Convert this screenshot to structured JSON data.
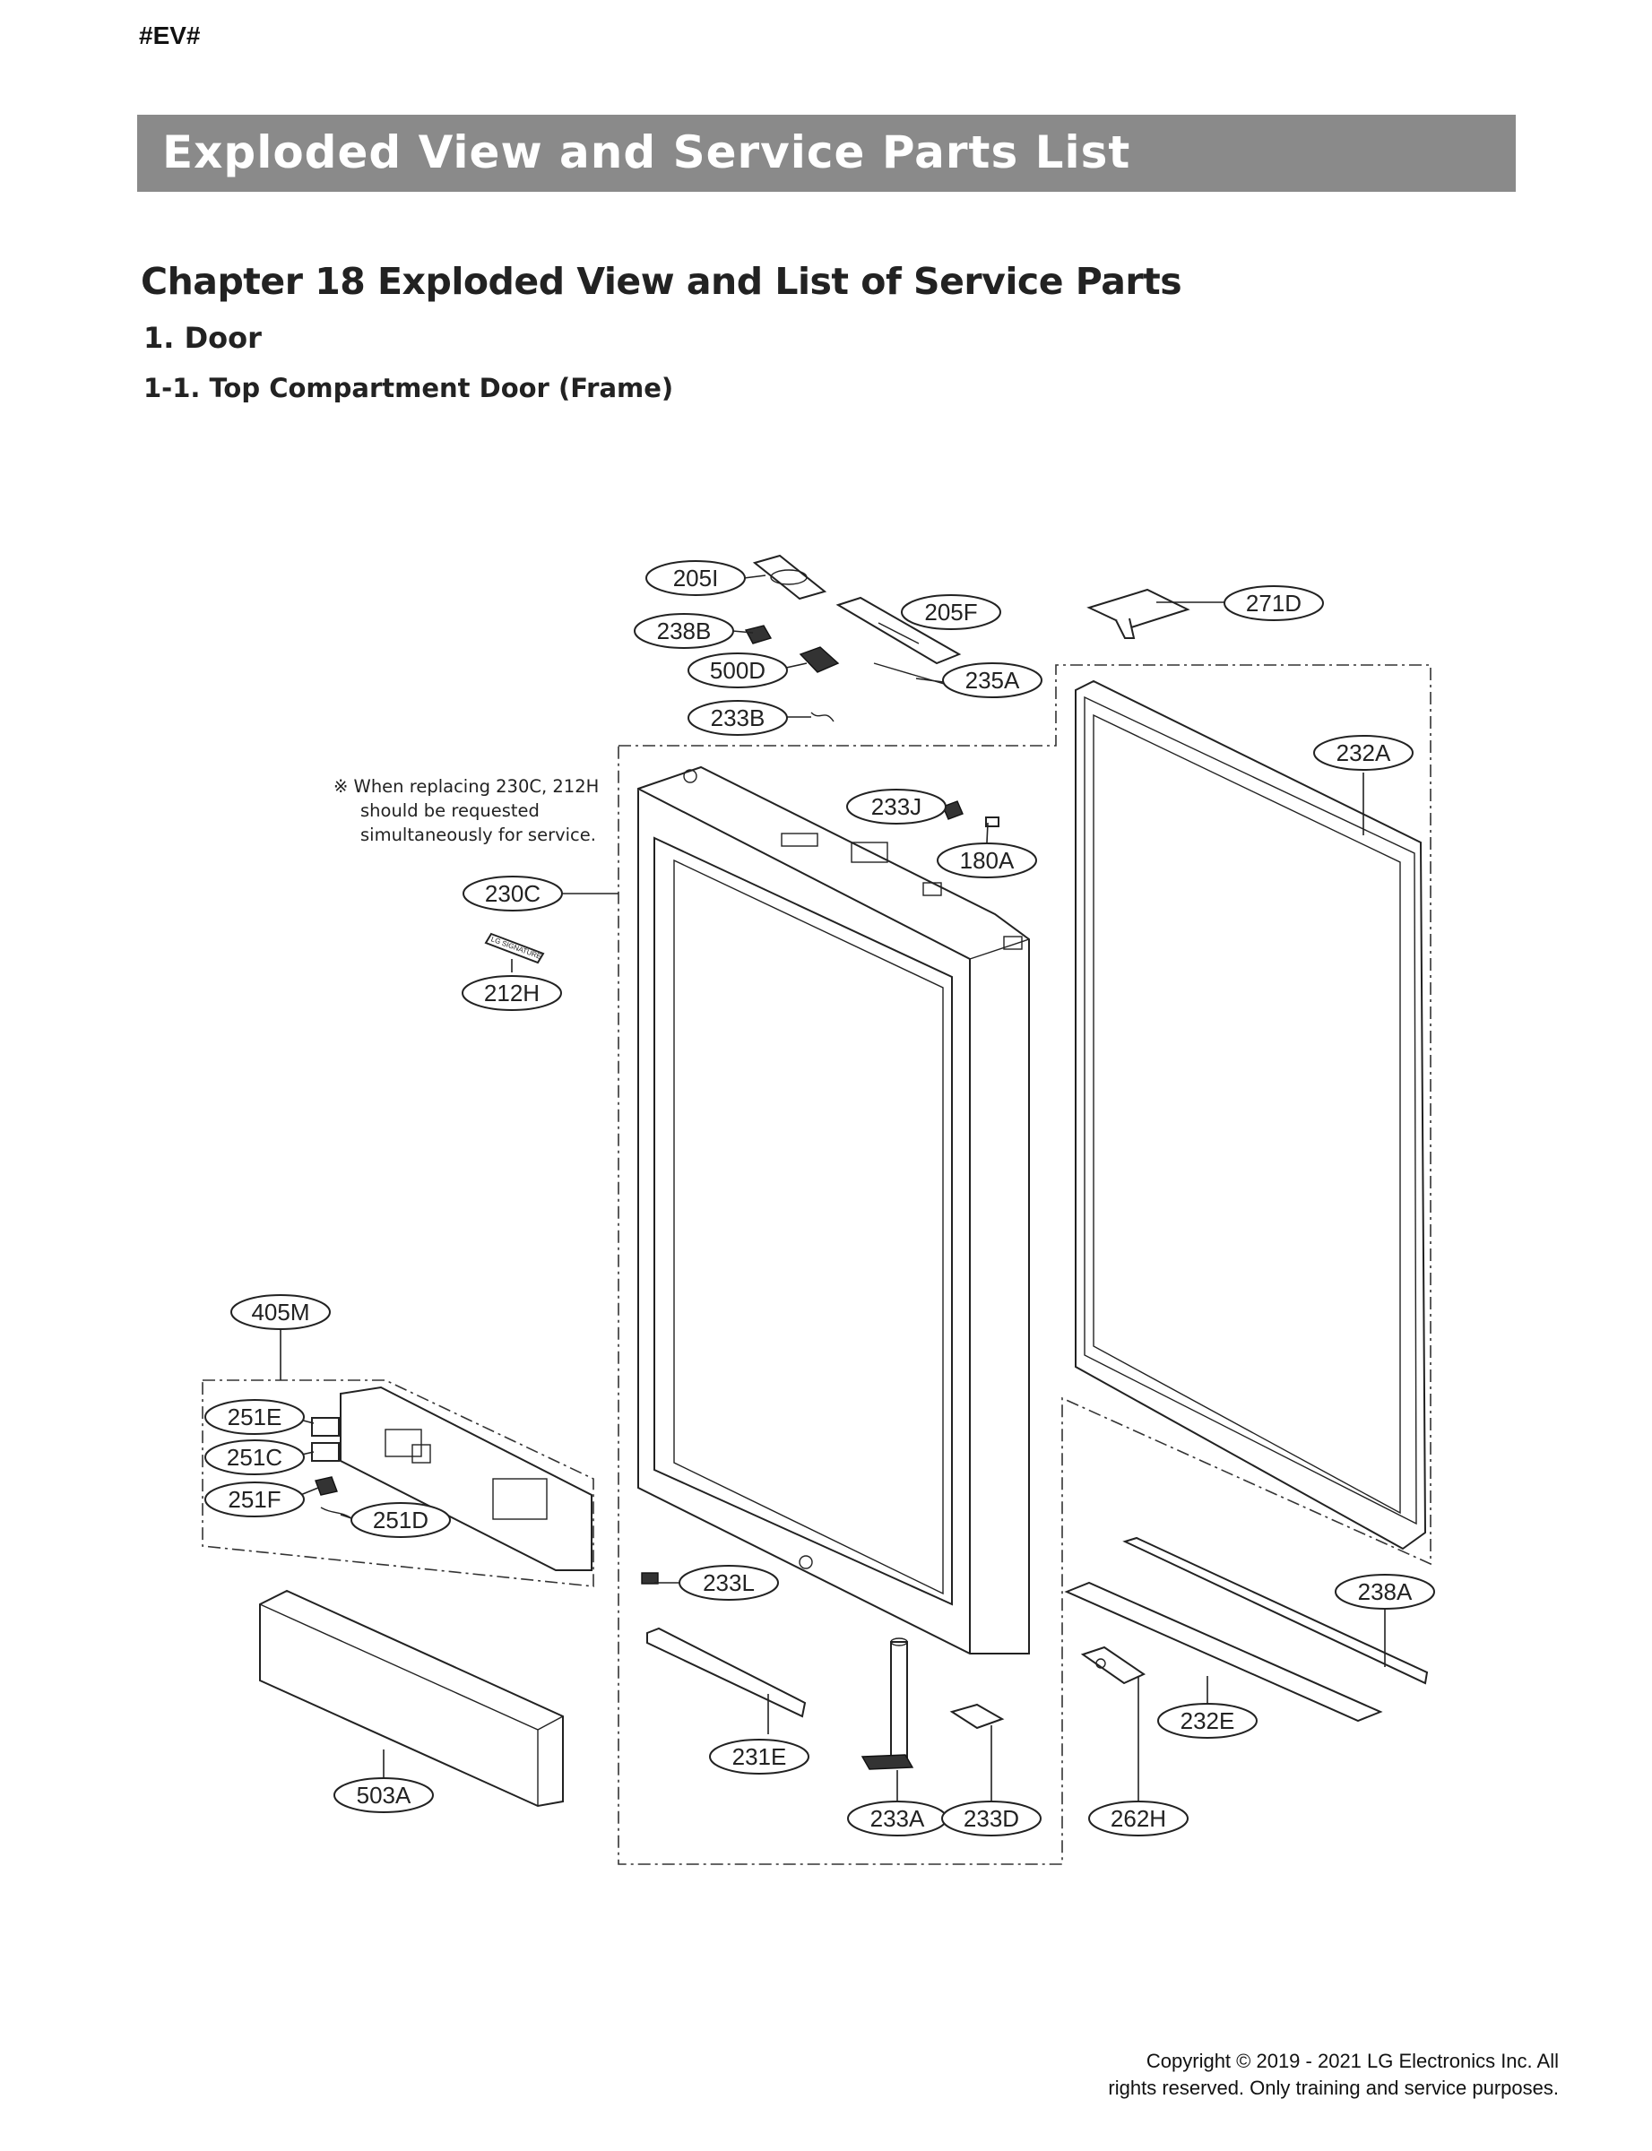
{
  "page_tag": "#EV#",
  "banner_title": "Exploded View and Service Parts List",
  "chapter_title": "Chapter 18 Exploded View and List of Service Parts",
  "section_title": "1. Door",
  "subsection_title": "1-1. Top Compartment Door (Frame)",
  "note": {
    "symbol": "※",
    "lines": [
      "When replacing 230C, 212H",
      "should be requested",
      "simultaneously for service."
    ]
  },
  "small_label": "LG SIGNATURE",
  "callouts": {
    "c205I": "205I",
    "c205F": "205F",
    "c238B": "238B",
    "c500D": "500D",
    "c235A": "235A",
    "c233B": "233B",
    "c271D": "271D",
    "c232A": "232A",
    "c233J": "233J",
    "c180A": "180A",
    "c230C": "230C",
    "c212H": "212H",
    "c405M": "405M",
    "c251E": "251E",
    "c251C": "251C",
    "c251F": "251F",
    "c251D": "251D",
    "c233L": "233L",
    "c238A": "238A",
    "c232E": "232E",
    "c231E": "231E",
    "c503A": "503A",
    "c233A": "233A",
    "c233D": "233D",
    "c262H": "262H"
  },
  "copyright": {
    "line1": "Copyright © 2019 - 2021 LG Electronics Inc. All",
    "line2": "rights reserved. Only training and service purposes."
  }
}
